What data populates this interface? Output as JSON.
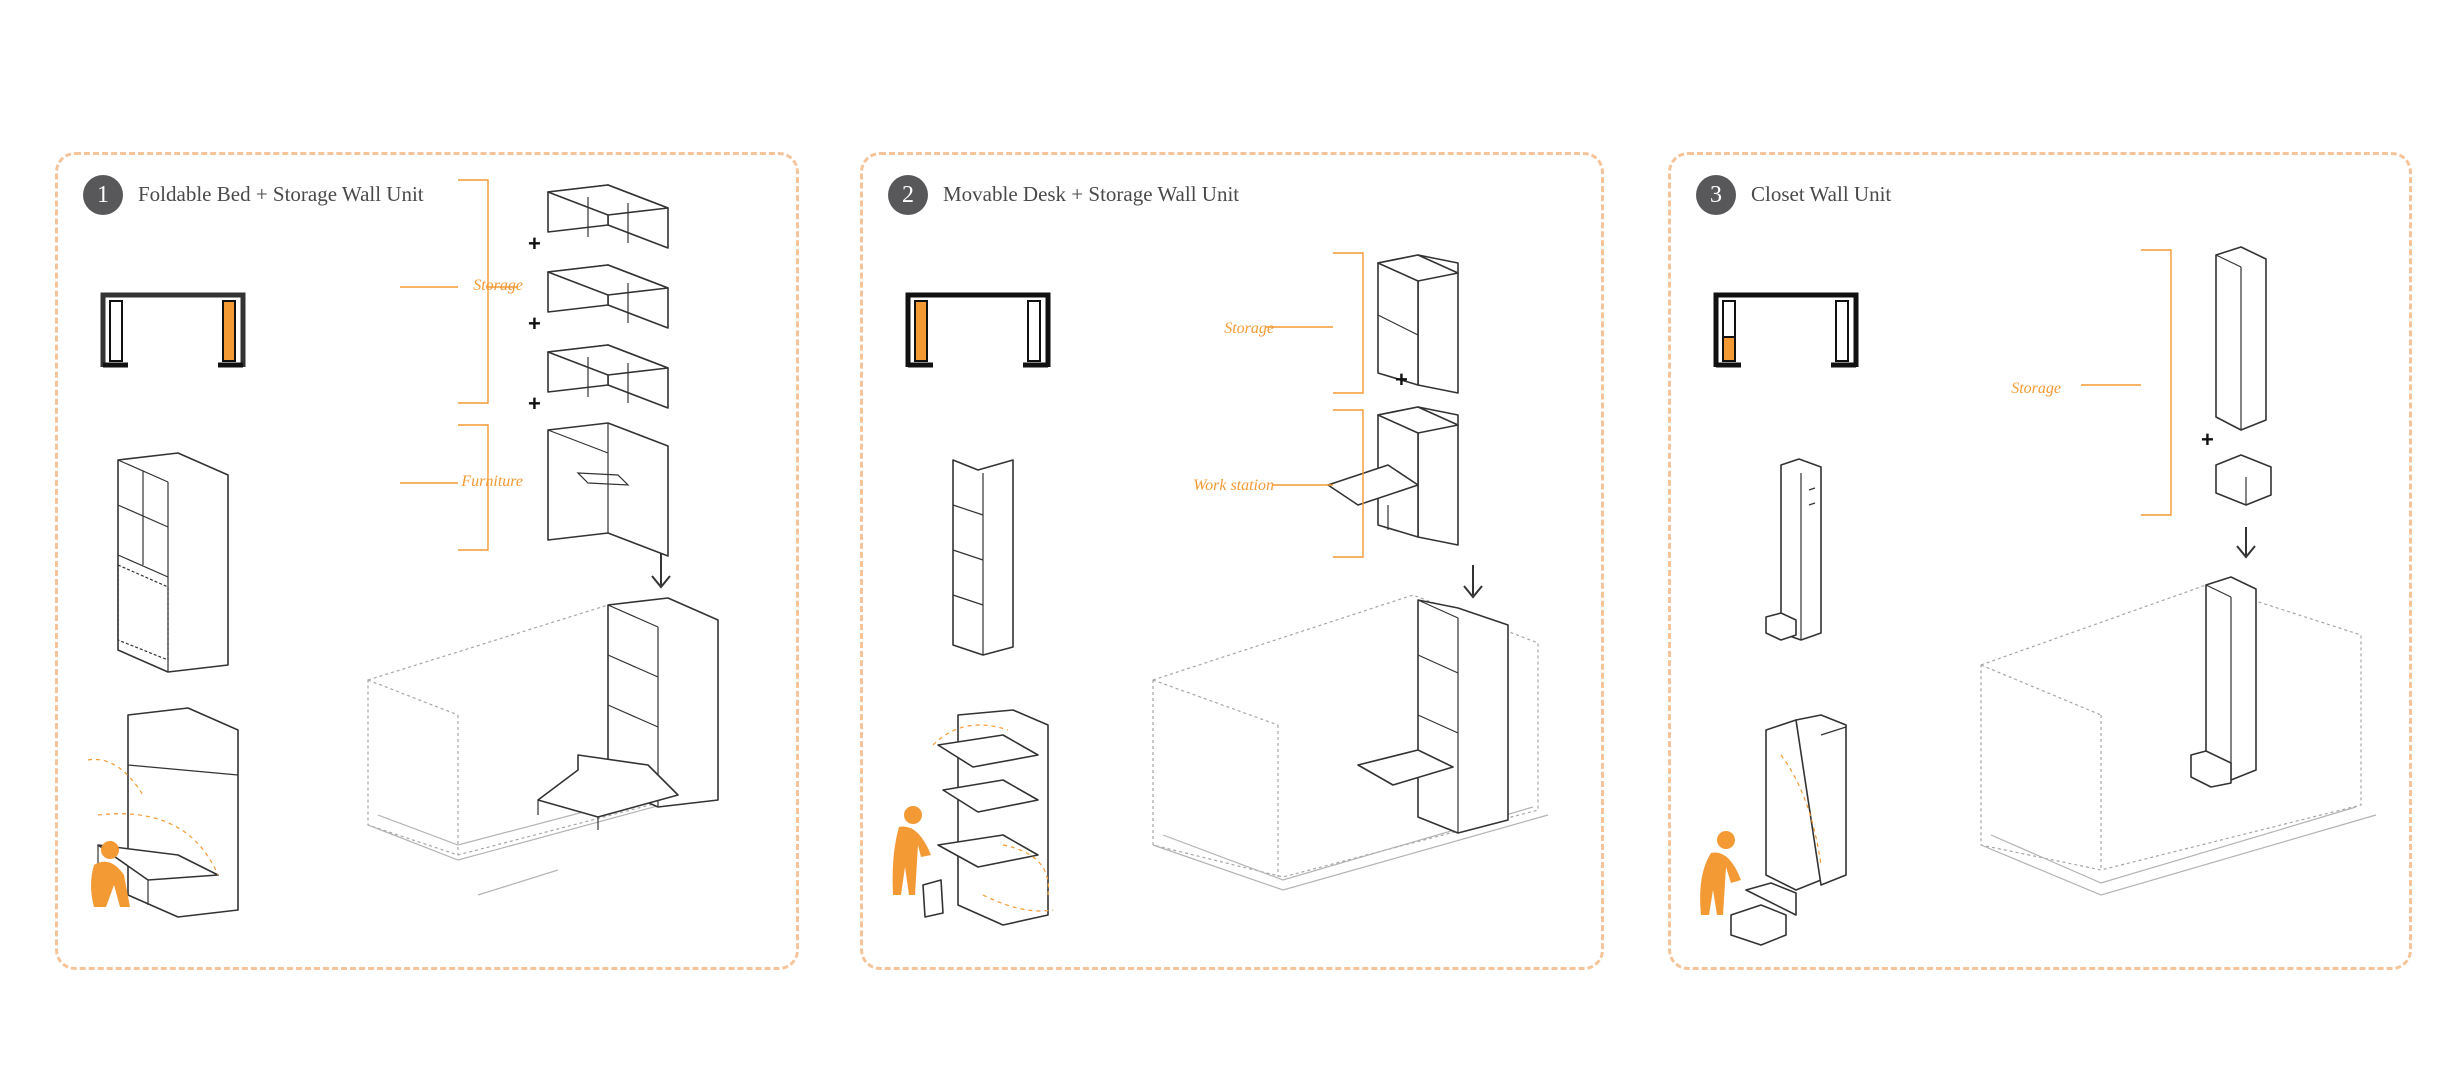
{
  "panels": [
    {
      "number": "1",
      "title": "Foldable Bed + Storage Wall Unit",
      "labels": [
        "Storage",
        "Furniture"
      ]
    },
    {
      "number": "2",
      "title": "Movable Desk + Storage Wall Unit",
      "labels": [
        "Storage",
        "Work station"
      ]
    },
    {
      "number": "3",
      "title": "Closet Wall Unit",
      "labels": [
        "Storage"
      ]
    }
  ],
  "colors": {
    "accent": "#f39a35",
    "border": "#f6c49a",
    "badge": "#58585a"
  }
}
